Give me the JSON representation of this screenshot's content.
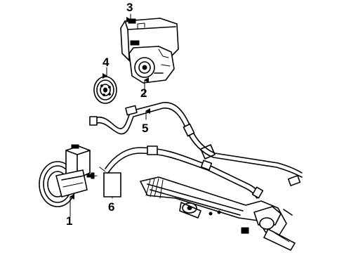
{
  "diagram": {
    "callouts": [
      {
        "id": "1",
        "label": "1"
      },
      {
        "id": "2",
        "label": "2"
      },
      {
        "id": "3",
        "label": "3"
      },
      {
        "id": "4",
        "label": "4"
      },
      {
        "id": "5",
        "label": "5"
      },
      {
        "id": "6",
        "label": "6"
      }
    ],
    "parts": [
      "power-steering-pump-with-reservoir",
      "pump-pulley",
      "pressure-hose",
      "return-hose",
      "steering-gear-rack",
      "remote-reservoir-and-pump"
    ]
  }
}
